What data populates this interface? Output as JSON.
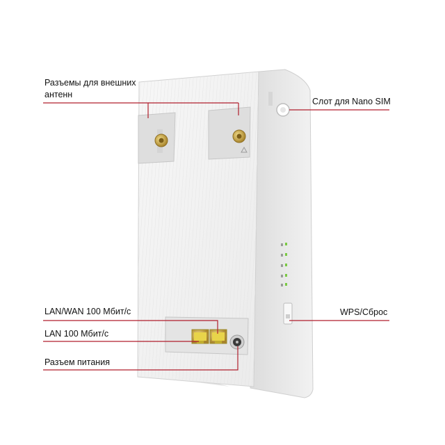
{
  "labels": {
    "antenna_connectors": "Разъемы для внешних\nантенн",
    "antenna_line1": "Разъемы для внешних",
    "antenna_line2": "антенн",
    "nano_sim": "Слот для Nano SIM",
    "lan_wan": "LAN/WAN 100 Мбит/с",
    "lan": "LAN 100 Мбит/с",
    "power": "Разъем питания",
    "wps_reset": "WPS/Сброс"
  },
  "colors": {
    "leader_line": "#b01e2c",
    "device_body": "#f4f4f4",
    "port_yellow": "#e8d44a",
    "antenna_gold": "#c9a646"
  }
}
